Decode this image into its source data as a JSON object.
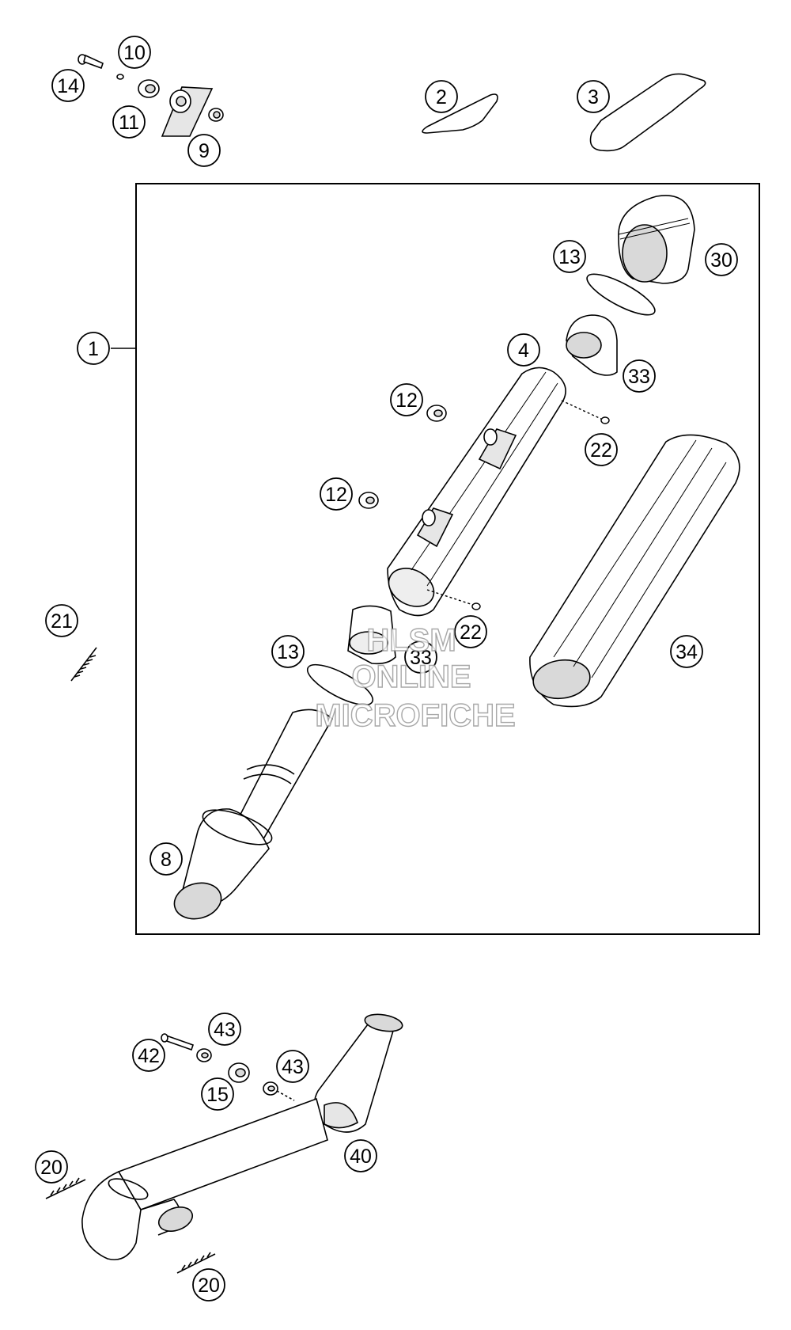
{
  "callouts": [
    {
      "id": "c1",
      "label": "1"
    },
    {
      "id": "c2",
      "label": "2"
    },
    {
      "id": "c3",
      "label": "3"
    },
    {
      "id": "c4",
      "label": "4"
    },
    {
      "id": "c8",
      "label": "8"
    },
    {
      "id": "c9",
      "label": "9"
    },
    {
      "id": "c10",
      "label": "10"
    },
    {
      "id": "c11",
      "label": "11"
    },
    {
      "id": "c12a",
      "label": "12"
    },
    {
      "id": "c12b",
      "label": "12"
    },
    {
      "id": "c13a",
      "label": "13"
    },
    {
      "id": "c13b",
      "label": "13"
    },
    {
      "id": "c14",
      "label": "14"
    },
    {
      "id": "c15",
      "label": "15"
    },
    {
      "id": "c20a",
      "label": "20"
    },
    {
      "id": "c20b",
      "label": "20"
    },
    {
      "id": "c21",
      "label": "21"
    },
    {
      "id": "c22a",
      "label": "22"
    },
    {
      "id": "c22b",
      "label": "22"
    },
    {
      "id": "c30",
      "label": "30"
    },
    {
      "id": "c33a",
      "label": "33"
    },
    {
      "id": "c33b",
      "label": "33"
    },
    {
      "id": "c34",
      "label": "34"
    },
    {
      "id": "c40",
      "label": "40"
    },
    {
      "id": "c42",
      "label": "42"
    },
    {
      "id": "c43a",
      "label": "43"
    },
    {
      "id": "c43b",
      "label": "43"
    }
  ],
  "watermark": {
    "line1": "HLSM",
    "line2": "ONLINE",
    "line3": "MICROFICHE"
  },
  "colors": {
    "line": "#000000",
    "part_fill": "#ffffff",
    "shade": "#d9d9d9",
    "watermark_stroke": "#9a9a9a"
  }
}
